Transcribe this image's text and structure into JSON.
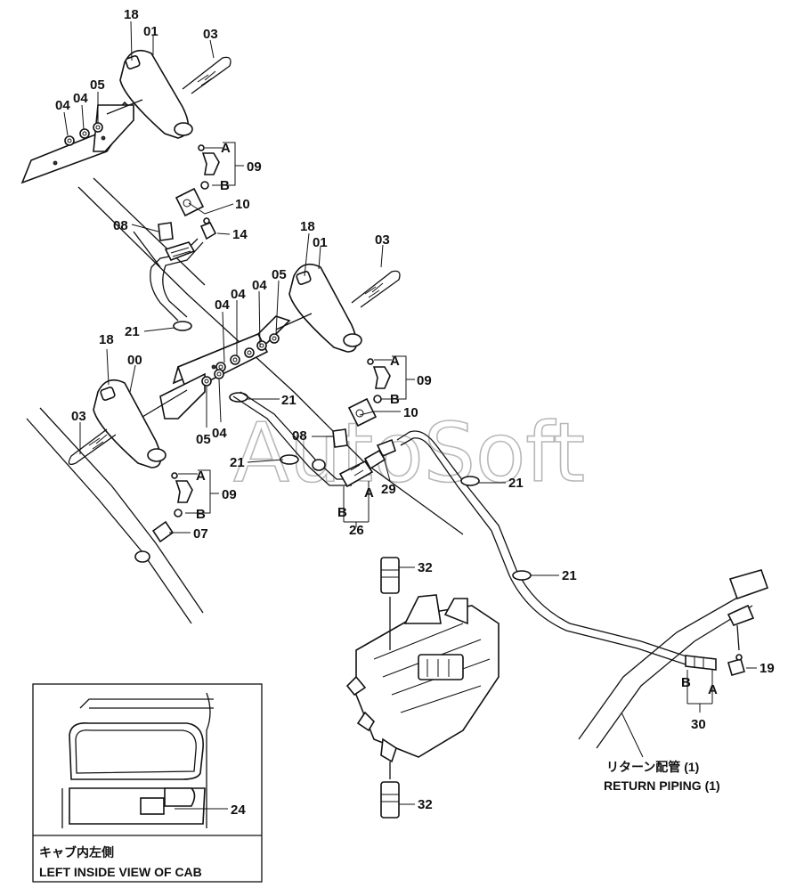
{
  "watermark": "AutoSoft",
  "callouts": {
    "top": {
      "c18": "18",
      "c01": "01",
      "c03": "03",
      "c04a": "04",
      "c04b": "04",
      "c05": "05",
      "cA": "A",
      "c09": "09",
      "cB": "B",
      "c10": "10",
      "c08": "08",
      "c14": "14"
    },
    "mid": {
      "c18": "18",
      "c01": "01",
      "c03": "03",
      "c04a": "04",
      "c04b": "04",
      "c04c": "04",
      "c05": "05",
      "cA": "A",
      "c09": "09",
      "cB": "B",
      "c10": "10",
      "c21a": "21",
      "c21b": "21"
    },
    "low": {
      "c18": "18",
      "c00": "00",
      "c03": "03",
      "c05": "05",
      "c04": "04",
      "cA": "A",
      "c09": "09",
      "cB": "B",
      "c07": "07",
      "c21": "21"
    },
    "pipe": {
      "c08": "08",
      "c29": "29",
      "cA": "A",
      "cB": "B",
      "c26": "26",
      "c21a": "21",
      "c21b": "21",
      "c32a": "32",
      "c32b": "32",
      "c19": "19",
      "cB2": "B",
      "cA2": "A",
      "c30": "30"
    }
  },
  "return_piping": {
    "jp": "リターン配管 (1)",
    "en": "RETURN PIPING (1)"
  },
  "inset": {
    "c24": "24",
    "jp": "キャブ内左側",
    "en": "LEFT INSIDE VIEW OF CAB"
  },
  "icons": [
    "pedal-icon",
    "valve-block-icon",
    "connector-icon",
    "elbow-icon",
    "clamp-icon"
  ]
}
